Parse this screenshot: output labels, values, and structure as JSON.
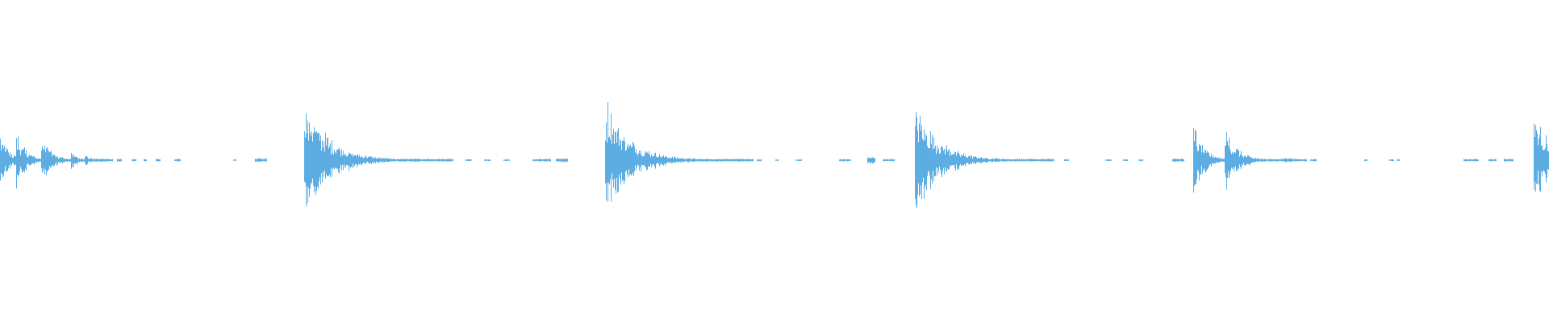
{
  "waveform": {
    "color": "#5dade2",
    "background": "#ffffff",
    "duration": 1,
    "amplitude_range": [
      -1,
      1
    ],
    "bursts": [
      {
        "t": 0.0,
        "peak": 0.2,
        "decay": 0.006
      },
      {
        "t": 0.01,
        "peak": 0.24,
        "decay": 0.006
      },
      {
        "t": 0.0265,
        "peak": 0.21,
        "decay": 0.006
      },
      {
        "t": 0.0455,
        "peak": 0.09,
        "decay": 0.004
      },
      {
        "t": 0.0545,
        "peak": 0.06,
        "decay": 0.003
      },
      {
        "t": 0.196,
        "peak": 0.47,
        "decay": 0.016
      },
      {
        "t": 0.3905,
        "peak": 0.47,
        "decay": 0.016
      },
      {
        "t": 0.5905,
        "peak": 0.45,
        "decay": 0.015
      },
      {
        "t": 0.77,
        "peak": 0.3,
        "decay": 0.007
      },
      {
        "t": 0.7905,
        "peak": 0.26,
        "decay": 0.008
      },
      {
        "t": 0.99,
        "peak": 0.38,
        "decay": 0.012
      }
    ],
    "ticks": [
      {
        "t": 0.067,
        "peak": 0.01,
        "w": 0.003
      },
      {
        "t": 0.076,
        "peak": 0.01,
        "w": 0.003
      },
      {
        "t": 0.085,
        "peak": 0.01,
        "w": 0.003
      },
      {
        "t": 0.093,
        "peak": 0.01,
        "w": 0.002
      },
      {
        "t": 0.101,
        "peak": 0.01,
        "w": 0.003
      },
      {
        "t": 0.113,
        "peak": 0.01,
        "w": 0.004
      },
      {
        "t": 0.151,
        "peak": 0.008,
        "w": 0.002
      },
      {
        "t": 0.165,
        "peak": 0.015,
        "w": 0.008
      },
      {
        "t": 0.288,
        "peak": 0.008,
        "w": 0.005
      },
      {
        "t": 0.301,
        "peak": 0.008,
        "w": 0.004
      },
      {
        "t": 0.313,
        "peak": 0.008,
        "w": 0.004
      },
      {
        "t": 0.325,
        "peak": 0.008,
        "w": 0.004
      },
      {
        "t": 0.344,
        "peak": 0.01,
        "w": 0.012
      },
      {
        "t": 0.359,
        "peak": 0.015,
        "w": 0.008
      },
      {
        "t": 0.489,
        "peak": 0.008,
        "w": 0.003
      },
      {
        "t": 0.501,
        "peak": 0.008,
        "w": 0.002
      },
      {
        "t": 0.514,
        "peak": 0.008,
        "w": 0.004
      },
      {
        "t": 0.542,
        "peak": 0.01,
        "w": 0.008
      },
      {
        "t": 0.56,
        "peak": 0.025,
        "w": 0.005
      },
      {
        "t": 0.57,
        "peak": 0.01,
        "w": 0.008
      },
      {
        "t": 0.659,
        "peak": 0.008,
        "w": 0.002
      },
      {
        "t": 0.687,
        "peak": 0.01,
        "w": 0.003
      },
      {
        "t": 0.714,
        "peak": 0.008,
        "w": 0.004
      },
      {
        "t": 0.725,
        "peak": 0.008,
        "w": 0.003
      },
      {
        "t": 0.735,
        "peak": 0.008,
        "w": 0.003
      },
      {
        "t": 0.757,
        "peak": 0.012,
        "w": 0.008
      },
      {
        "t": 0.829,
        "peak": 0.015,
        "w": 0.006
      },
      {
        "t": 0.839,
        "peak": 0.01,
        "w": 0.005
      },
      {
        "t": 0.846,
        "peak": 0.01,
        "w": 0.004
      },
      {
        "t": 0.881,
        "peak": 0.008,
        "w": 0.002
      },
      {
        "t": 0.897,
        "peak": 0.008,
        "w": 0.003
      },
      {
        "t": 0.902,
        "peak": 0.008,
        "w": 0.002
      },
      {
        "t": 0.945,
        "peak": 0.01,
        "w": 0.01
      },
      {
        "t": 0.961,
        "peak": 0.01,
        "w": 0.005
      },
      {
        "t": 0.971,
        "peak": 0.012,
        "w": 0.006
      }
    ]
  }
}
